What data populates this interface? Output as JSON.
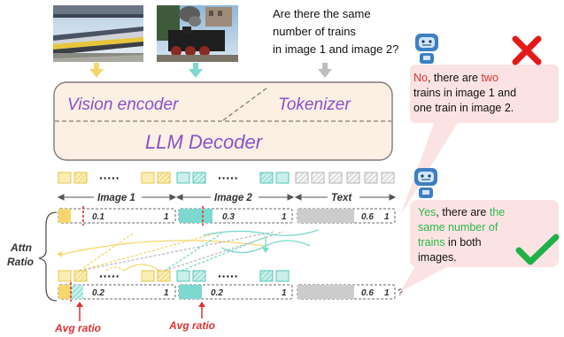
{
  "question": {
    "line1": "Are there the same",
    "line2": "number of trains",
    "line3": "in image 1 and image 2?"
  },
  "box": {
    "vision_encoder": "Vision encoder",
    "tokenizer": "Tokenizer",
    "llm_decoder": "LLM  Decoder"
  },
  "segments": {
    "image1": "Image 1",
    "image2": "Image 2",
    "text": "Text",
    "dots": "·····"
  },
  "attn_label": {
    "line1": "Attn",
    "line2": "Ratio"
  },
  "bars_top": {
    "image1_value": "0.1",
    "image2_value": "0.3",
    "text_value": "0.6",
    "one": "1"
  },
  "bars_bottom": {
    "image1_value": "0.2",
    "image2_value": "0.2",
    "text_value": "0.6",
    "one": "1",
    "question_mark": "?"
  },
  "avg_ratio_label": "Avg ratio",
  "answer_wrong": {
    "no": "No",
    "comma_there_are": ", there are ",
    "two": "two",
    "rest1": "trains in image 1 and",
    "rest2": "one train in image 2."
  },
  "answer_right": {
    "yes": "Yes",
    "comma_there_are": ", there are ",
    "the": "the",
    "same_number_of": "same number of",
    "trains": "trains",
    "in_both": " in both",
    "images": "images."
  },
  "colors": {
    "yellow": "#f5d76e",
    "cyan": "#7dd9d0",
    "gray": "#cccccc",
    "box_fill": "#fcefe4",
    "purple_text": "#8a52c9",
    "red": "#e03131",
    "green": "#2db84a",
    "bubble": "#fbe3e3"
  }
}
